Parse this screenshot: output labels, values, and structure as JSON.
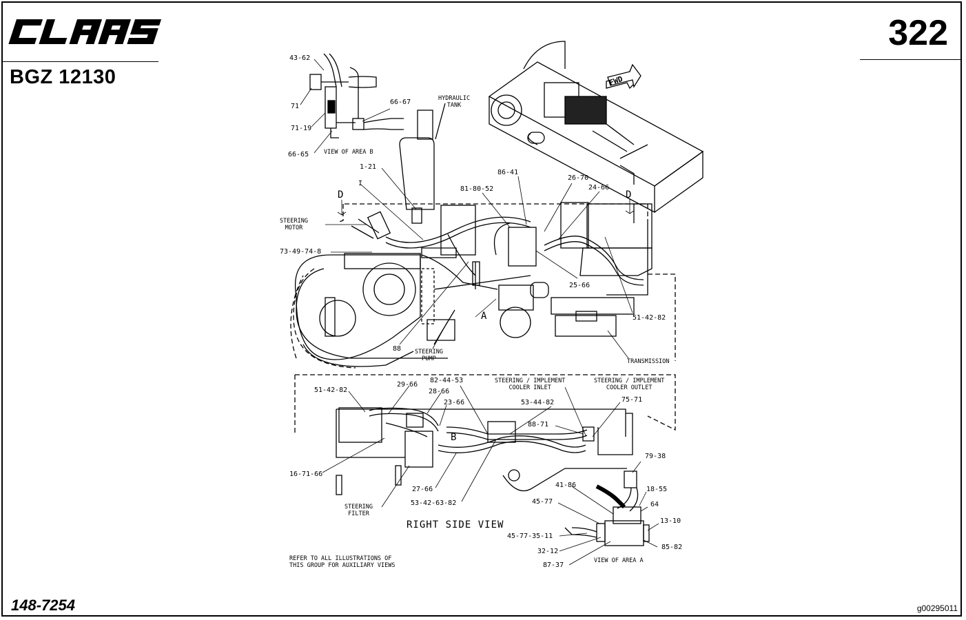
{
  "header": {
    "brand": "CLAAS",
    "model": "BGZ 12130",
    "page_number": "322"
  },
  "footer": {
    "part_number": "148-7254",
    "image_id": "g00295011"
  },
  "diagram": {
    "top_labels": {
      "l43_62": "43-62",
      "l71": "71",
      "l71_19": "71-19",
      "l66_67": "66-67",
      "l66_65": "66-65",
      "view_b": "VIEW OF AREA B",
      "hyd_tank": "HYDRAULIC\nTANK",
      "l1_21": "1-21",
      "lI": "I",
      "l86_41": "86-41",
      "l81_80_52": "81-80-52",
      "l26_70": "26-70",
      "l24_66": "24-66",
      "lD1": "D",
      "lD2": "D",
      "steer_motor": "STEERING\nMOTOR",
      "l73_49_74_8": "73-49-74-8",
      "l25_66": "25-66",
      "l51_42_82a": "51-42-82",
      "lA": "A",
      "l88": "88",
      "steer_pump": "STEERING\nPUMP",
      "transmission": "TRANSMISSION",
      "fwd": "FWD"
    },
    "bottom_labels": {
      "l51_42_82b": "51-42-82",
      "l29_66": "29-66",
      "l82_44_53": "82-44-53",
      "cooler_inlet": "STEERING / IMPLEMENT\nCOOLER INLET",
      "cooler_outlet": "STEERING / IMPLEMENT\nCOOLER OUTLET",
      "l28_66": "28-66",
      "l23_66": "23-66",
      "l53_44_82": "53-44-82",
      "l75_71": "75-71",
      "l88_71": "88-71",
      "lB": "B",
      "l16_71_66": "16-71-66",
      "l27_66": "27-66",
      "l53_42_63_82": "53-42-63-82",
      "steer_filter": "STEERING\nFILTER",
      "right_side_view": "RIGHT SIDE VIEW",
      "note": "REFER TO ALL ILLUSTRATIONS OF\nTHIS GROUP FOR AUXILIARY VIEWS",
      "l79_38": "79-38",
      "l41_86": "41-86",
      "l18_55": "18-55",
      "l45_77": "45-77",
      "l64": "64",
      "l13_10": "13-10",
      "l45_77_35_11": "45-77-35-11",
      "l32_12": "32-12",
      "l85_82": "85-82",
      "l87_37": "87-37",
      "view_a": "VIEW OF AREA A"
    }
  }
}
